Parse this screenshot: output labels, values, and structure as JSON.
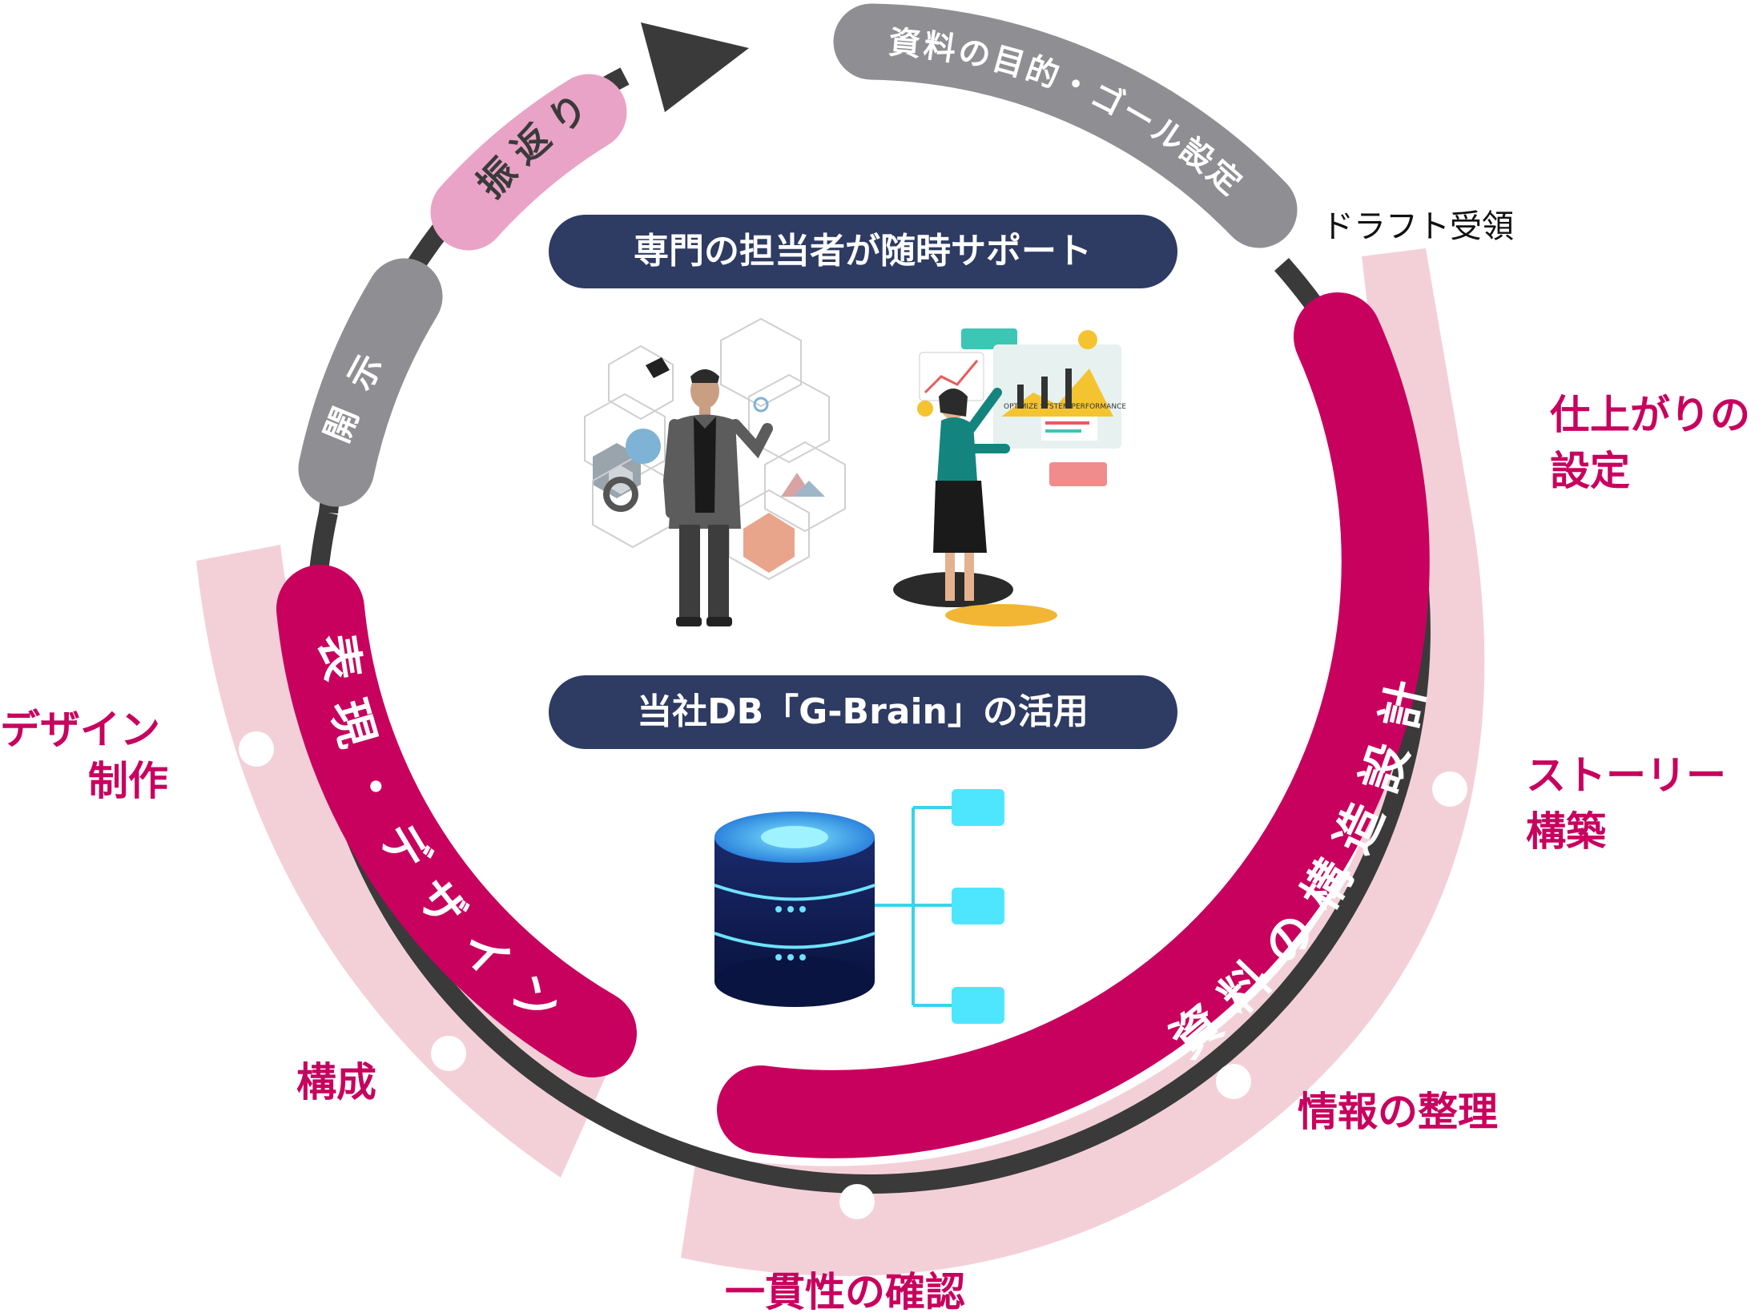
{
  "colors": {
    "ring": "#3a3a3a",
    "magenta": "#c8005e",
    "pale_pink": "#f3d0d8",
    "pink": "#e9a3c6",
    "gray": "#8e8e93",
    "navy": "#2e3b63",
    "white": "#ffffff"
  },
  "cycle": {
    "goal_arc": "資料の目的・ゴール設定",
    "draft_label": "ドラフト受領",
    "structure_arc": "資料の構造設計",
    "design_arc": "表現・デザイン",
    "disclosure_arc": "開示",
    "review_arc": "振返り"
  },
  "structure_steps": [
    "仕上がりの",
    "設定",
    "ストーリー",
    "構築",
    "情報の整理",
    "一貫性の確認"
  ],
  "design_steps": [
    "デザイン",
    "制作",
    "構成"
  ],
  "center": {
    "support_pill": "専門の担当者が随時サポート",
    "db_pill": "当社DB「G-Brain」の活用",
    "chart_caption": "OPTIMIZE SYSTEM PERFORMANCE"
  }
}
